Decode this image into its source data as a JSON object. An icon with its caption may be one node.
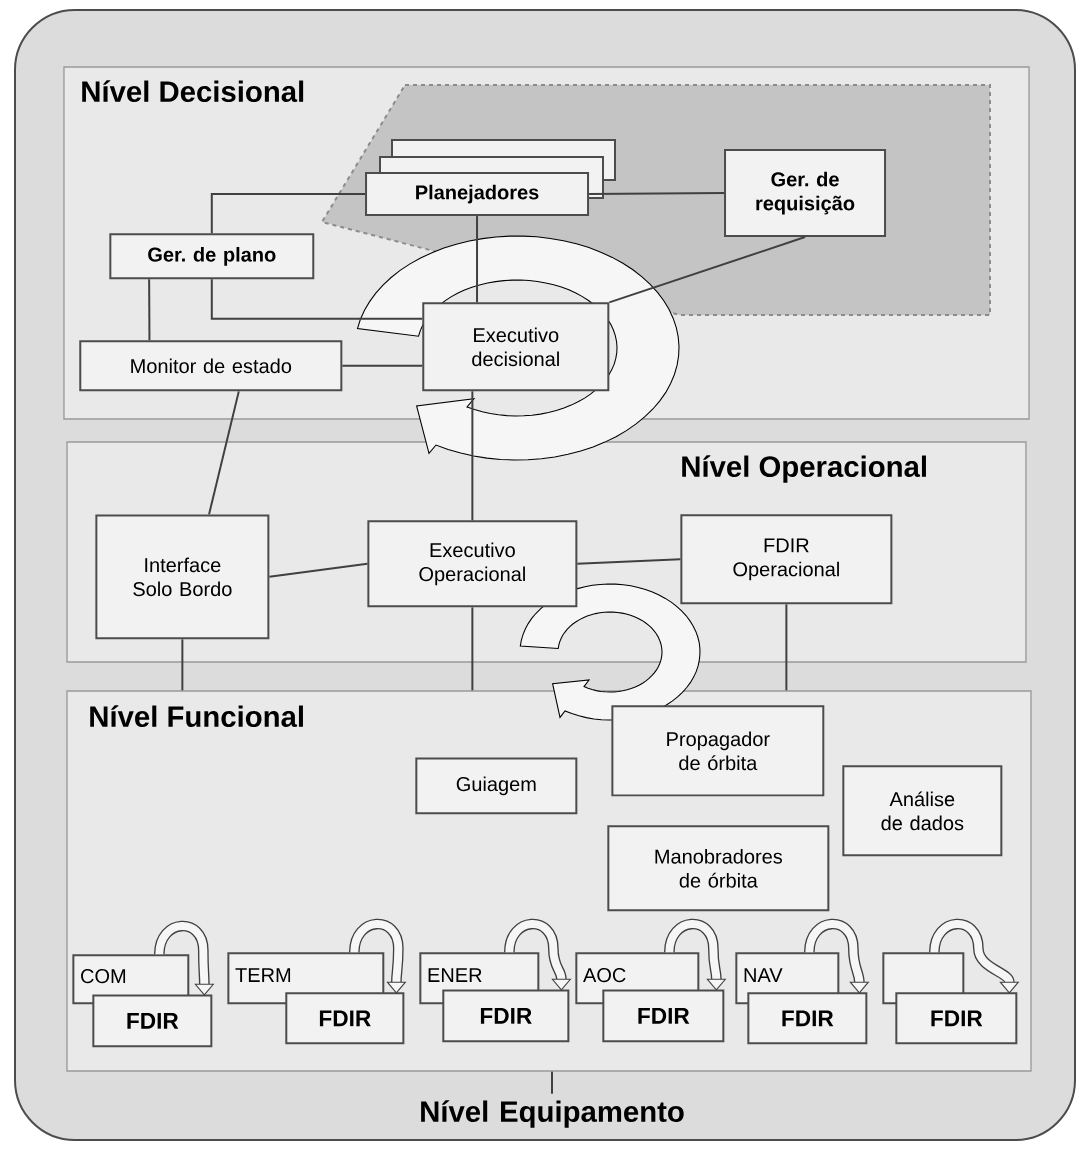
{
  "diagram": {
    "nodes": [
      {
        "text": [],
        "shape": "box"
      },
      {
        "text": [
          "Nível Decisional"
        ],
        "in": 0
      },
      {
        "text": [],
        "shape": "box",
        "in": 1
      },
      {
        "text": [
          "Planejadores"
        ],
        "in": 2
      },
      {
        "text": [
          "Ger. de requisição"
        ],
        "in": 2
      },
      {
        "text": [
          "Ger. de plano"
        ],
        "in": 1
      },
      {
        "text": [
          "Monitor de estado"
        ],
        "in": 1
      },
      {
        "text": [
          "Executivo decisional"
        ],
        "in": 1
      },
      {
        "text": [
          "Nível Operacional"
        ],
        "in": 0
      },
      {
        "text": [
          "Interface Solo Bordo"
        ],
        "in": 8
      },
      {
        "text": [
          "Executivo Operacional"
        ],
        "in": 8
      },
      {
        "text": [
          "FDIR Operacional"
        ],
        "in": 8
      },
      {
        "text": [
          "Nível Funcional"
        ],
        "in": 0
      },
      {
        "text": [
          "Guiagem"
        ],
        "in": 12
      },
      {
        "text": [
          "Propagador de órbita"
        ],
        "in": 12
      },
      {
        "text": [
          "Análise de dados"
        ],
        "in": 12
      },
      {
        "text": [
          "Manobradores de órbita"
        ],
        "in": 12
      },
      {
        "text": [
          "COM"
        ],
        "in": 12
      },
      {
        "text": [
          "FDIR"
        ],
        "in": 12
      },
      {
        "text": [
          "TERM"
        ],
        "in": 12
      },
      {
        "text": [
          "FDIR"
        ],
        "in": 12
      },
      {
        "text": [
          "ENER"
        ],
        "in": 12
      },
      {
        "text": [
          "FDIR"
        ],
        "in": 12
      },
      {
        "text": [
          "AOC"
        ],
        "in": 12
      },
      {
        "text": [
          "FDIR"
        ],
        "in": 12
      },
      {
        "text": [
          "NAV"
        ],
        "in": 12
      },
      {
        "text": [
          "FDIR"
        ],
        "in": 12
      },
      {
        "text": [],
        "shape": "box",
        "in": 12
      },
      {
        "text": [
          "FDIR"
        ],
        "in": 12
      },
      {
        "text": [
          "Nível Equipamento"
        ],
        "in": 0
      }
    ],
    "edges": [
      {
        "from": 3,
        "to": 4,
        "arrow": "none"
      },
      {
        "from": 3,
        "to": 5,
        "arrow": "none"
      },
      {
        "from": 5,
        "to": 7,
        "arrow": "none"
      },
      {
        "from": 6,
        "to": 5,
        "arrow": "none"
      },
      {
        "from": 6,
        "to": 7,
        "arrow": "none"
      },
      {
        "from": 3,
        "to": 7,
        "arrow": "none"
      },
      {
        "from": 4,
        "to": 7,
        "arrow": "none"
      },
      {
        "from": 6,
        "to": 9,
        "arrow": "none"
      },
      {
        "from": 7,
        "to": 10,
        "arrow": "none"
      },
      {
        "from": 9,
        "to": 10,
        "arrow": "none"
      },
      {
        "from": 10,
        "to": 11,
        "arrow": "none"
      },
      {
        "from": 9,
        "to": 12,
        "arrow": "none"
      },
      {
        "from": 10,
        "to": 12,
        "arrow": "none"
      },
      {
        "from": 11,
        "to": 12,
        "arrow": "none"
      },
      {
        "from": 12,
        "to": 29,
        "arrow": "none"
      },
      {
        "from": 17,
        "to": 18,
        "arrow": "to",
        "style": "thick"
      },
      {
        "from": 19,
        "to": 20,
        "arrow": "to",
        "style": "thick"
      },
      {
        "from": 21,
        "to": 22,
        "arrow": "to",
        "style": "thick"
      },
      {
        "from": 23,
        "to": 24,
        "arrow": "to",
        "style": "thick"
      },
      {
        "from": 25,
        "to": 26,
        "arrow": "to",
        "style": "thick"
      },
      {
        "from": 27,
        "to": 28,
        "arrow": "to",
        "style": "thick"
      }
    ]
  }
}
